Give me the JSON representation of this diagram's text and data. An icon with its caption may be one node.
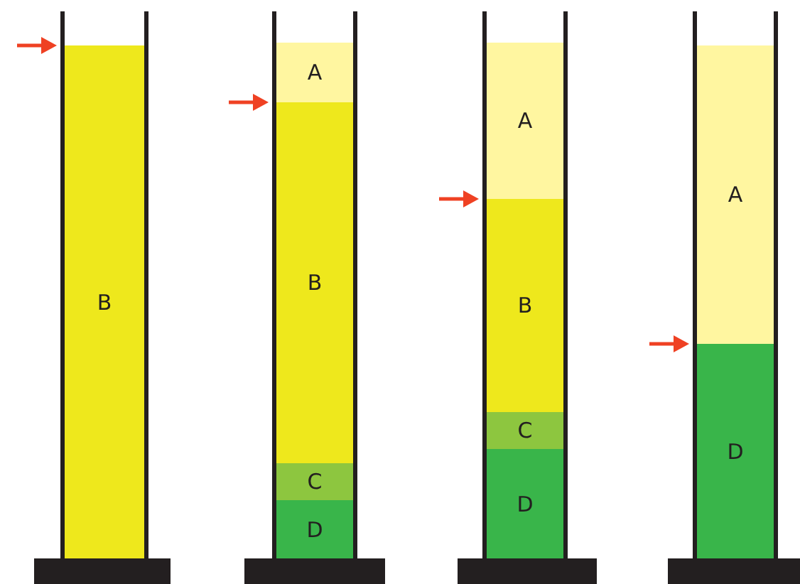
{
  "diagram": {
    "nodes": [
      {
        "text": [
          "B"
        ]
      },
      {
        "text": [
          "A"
        ]
      },
      {
        "text": [
          "B"
        ]
      },
      {
        "text": [
          "C"
        ]
      },
      {
        "text": [
          "D"
        ]
      },
      {
        "text": [
          "A"
        ]
      },
      {
        "text": [
          "B"
        ]
      },
      {
        "text": [
          "C"
        ]
      },
      {
        "text": [
          "D"
        ]
      },
      {
        "text": [
          "A"
        ]
      },
      {
        "text": [
          "D"
        ]
      }
    ]
  }
}
